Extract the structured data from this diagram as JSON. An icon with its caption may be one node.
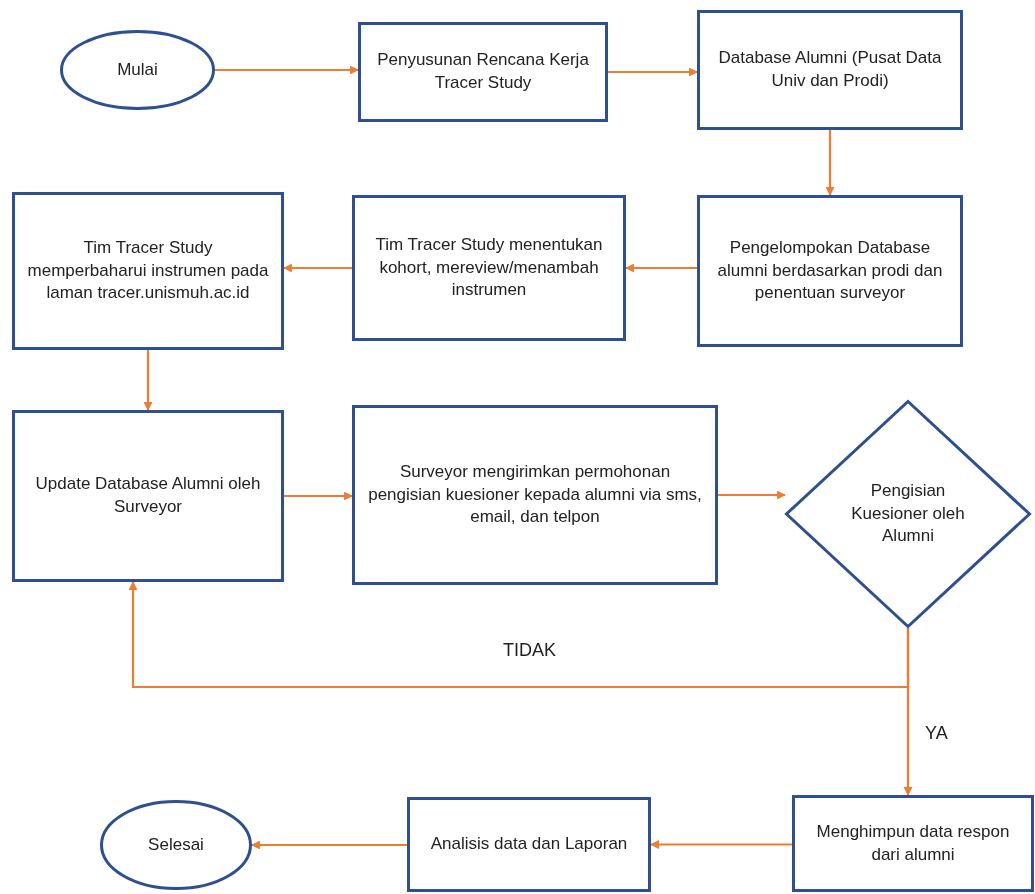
{
  "diagram": {
    "nodes": [
      {
        "text": [
          "Mulai"
        ]
      },
      {
        "text": [
          "Penyusunan Rencana Kerja Tracer Study"
        ]
      },
      {
        "text": [
          "Database Alumni (Pusat Data Univ dan Prodi)"
        ]
      },
      {
        "text": [
          "Pengelompokan Database alumni berdasarkan prodi dan penentuan surveyor"
        ]
      },
      {
        "text": [
          "Tim Tracer Study menentukan kohort, mereview/menambah instrumen"
        ]
      },
      {
        "text": [
          "Tim Tracer Study memperbaharui instrumen pada laman tracer.unismuh.ac.id"
        ]
      },
      {
        "text": [
          "Update Database Alumni oleh Surveyor"
        ]
      },
      {
        "text": [
          "Surveyor mengirimkan permohonan pengisian kuesioner kepada alumni via sms, email, dan telpon"
        ]
      },
      {
        "text": [
          "Pengisian Kuesioner oleh Alumni"
        ]
      },
      {
        "text": [
          "Menghimpun data respon dari alumni"
        ]
      },
      {
        "text": [
          "Analisis data dan Laporan"
        ]
      },
      {
        "text": [
          "Selesai"
        ]
      }
    ],
    "edges": [
      {
        "from": 0,
        "to": 1,
        "arrow": "to"
      },
      {
        "from": 1,
        "to": 2,
        "arrow": "to"
      },
      {
        "from": 2,
        "to": 3,
        "arrow": "to"
      },
      {
        "from": 3,
        "to": 4,
        "arrow": "to"
      },
      {
        "from": 4,
        "to": 5,
        "arrow": "to"
      },
      {
        "from": 5,
        "to": 6,
        "arrow": "to"
      },
      {
        "from": 6,
        "to": 7,
        "arrow": "to"
      },
      {
        "from": 7,
        "to": 8,
        "arrow": "to"
      },
      {
        "from": 8,
        "to": 6,
        "arrow": "to",
        "label": "TIDAK"
      },
      {
        "from": 8,
        "to": 9,
        "arrow": "to",
        "label": "YA"
      },
      {
        "from": 9,
        "to": 10,
        "arrow": "to"
      },
      {
        "from": 10,
        "to": 11,
        "arrow": "to"
      }
    ]
  }
}
